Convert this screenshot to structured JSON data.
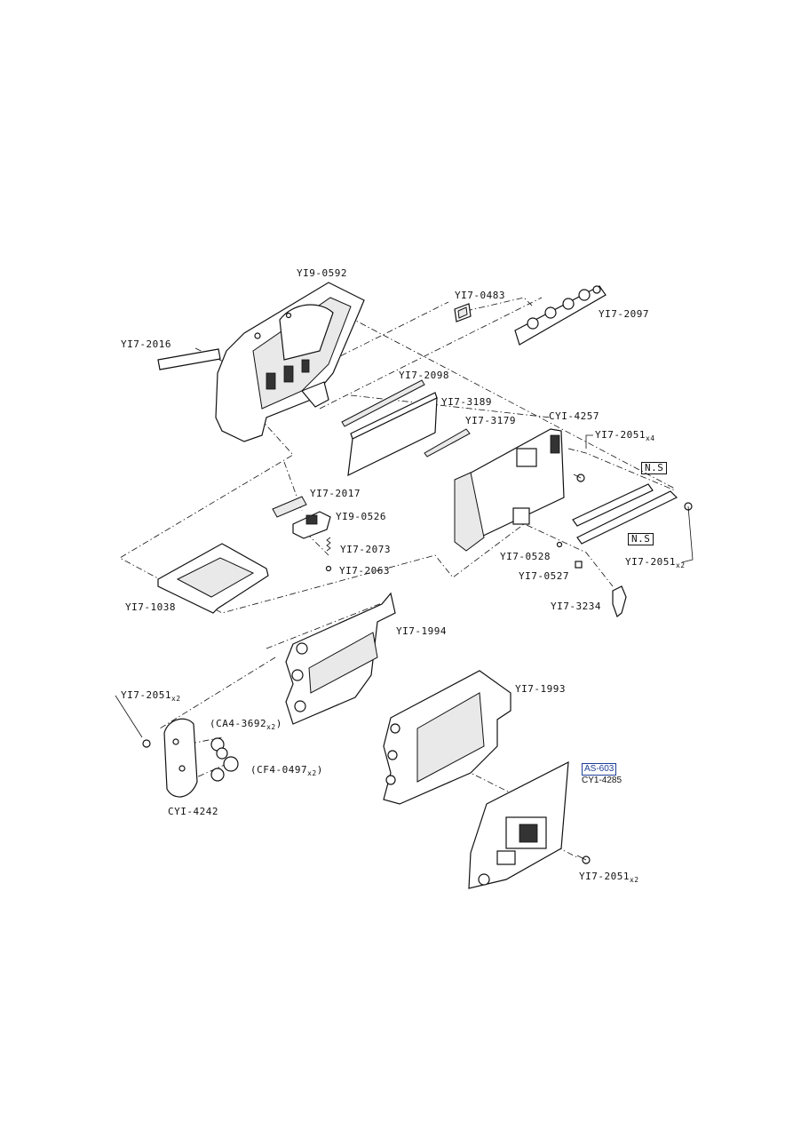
{
  "labels": {
    "y19_0592": "YI9-0592",
    "y17_0483": "YI7-0483",
    "y17_2097": "YI7-2097",
    "y17_2016": "YI7-2016",
    "y17_2098": "YI7-2098",
    "y17_3189": "YI7-3189",
    "y17_3179": "YI7-3179",
    "cy1_4257": "CYI-4257",
    "y17_2051_x4": "YI7-2051",
    "x4": "x4",
    "ns_1": "N.S",
    "ns_2": "N.S",
    "y17_2017": "YI7-2017",
    "y19_0526": "YI9-0526",
    "y17_2073": "YI7-2073",
    "y17_2063": "YI7-2063",
    "y17_0528": "YI7-0528",
    "y17_0527": "YI7-0527",
    "y17_2051_x2_right": "YI7-2051",
    "x2_right": "x2",
    "y17_3234": "YI7-3234",
    "y17_1038": "YI7-1038",
    "y17_1994": "YI7-1994",
    "y17_2051_x2_left": "YI7-2051",
    "x2_left": "x2",
    "ca4_3692": "(CA4-3692",
    "ca4_x2": "x2",
    "ca4_close": ")",
    "y17_1993": "YI7-1993",
    "cf4_0497": "(CF4-0497",
    "cf4_x2": "x2",
    "cf4_close": ")",
    "cy1_4242": "CYI-4242",
    "as_603": "AS-603",
    "cy1_4285": "CY1-4285",
    "y17_2051_x2_bottom": "YI7-2051",
    "x2_bottom": "x2"
  },
  "colors": {
    "line": "#111111",
    "assembly_box": "#1f3f9a"
  }
}
